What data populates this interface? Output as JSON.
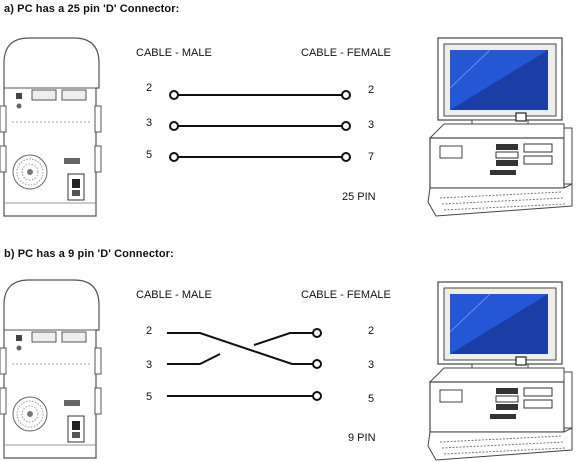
{
  "section_a": {
    "heading": "a) PC has a 25 pin 'D' Connector:",
    "col_male": "CABLE - MALE",
    "col_female": "CABLE - FEMALE",
    "male_pins": [
      "2",
      "3",
      "5"
    ],
    "female_pins": [
      "2",
      "3",
      "7"
    ],
    "connector_label": "25 PIN"
  },
  "section_b": {
    "heading": "b) PC has a 9 pin 'D' Connector:",
    "col_male": "CABLE - MALE",
    "col_female": "CABLE - FEMALE",
    "male_pins": [
      "2",
      "3",
      "5"
    ],
    "female_pins": [
      "2",
      "3",
      "5"
    ],
    "connector_label": "9 PIN"
  }
}
